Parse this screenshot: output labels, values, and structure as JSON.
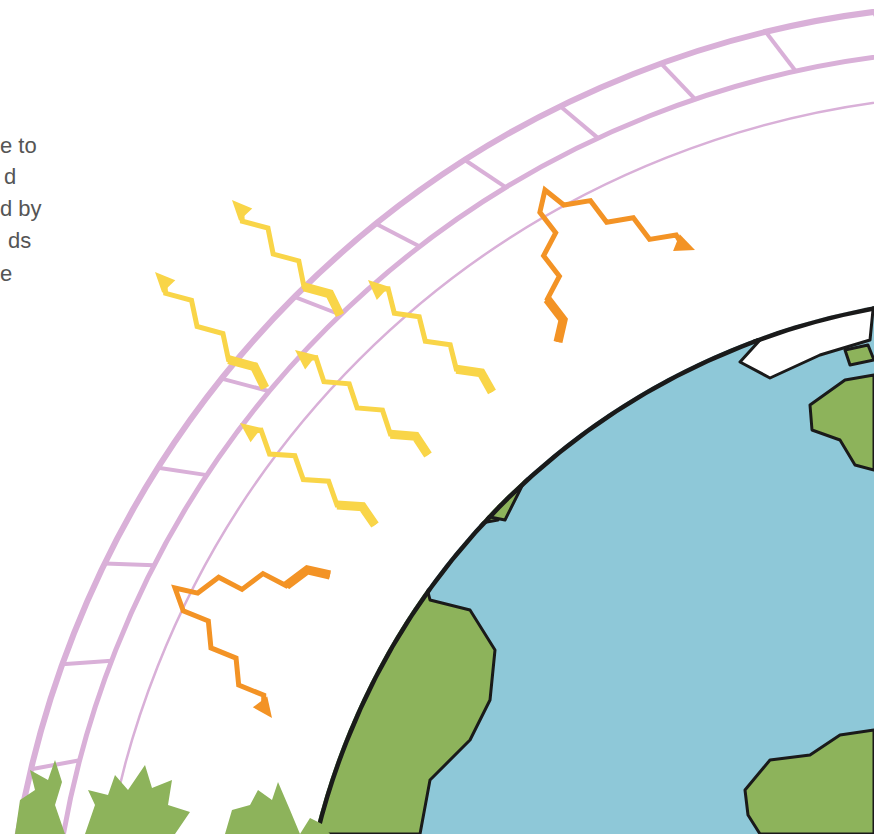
{
  "diagram": {
    "labels": [
      "e to",
      "d",
      "d by",
      "ds",
      "e"
    ]
  }
}
